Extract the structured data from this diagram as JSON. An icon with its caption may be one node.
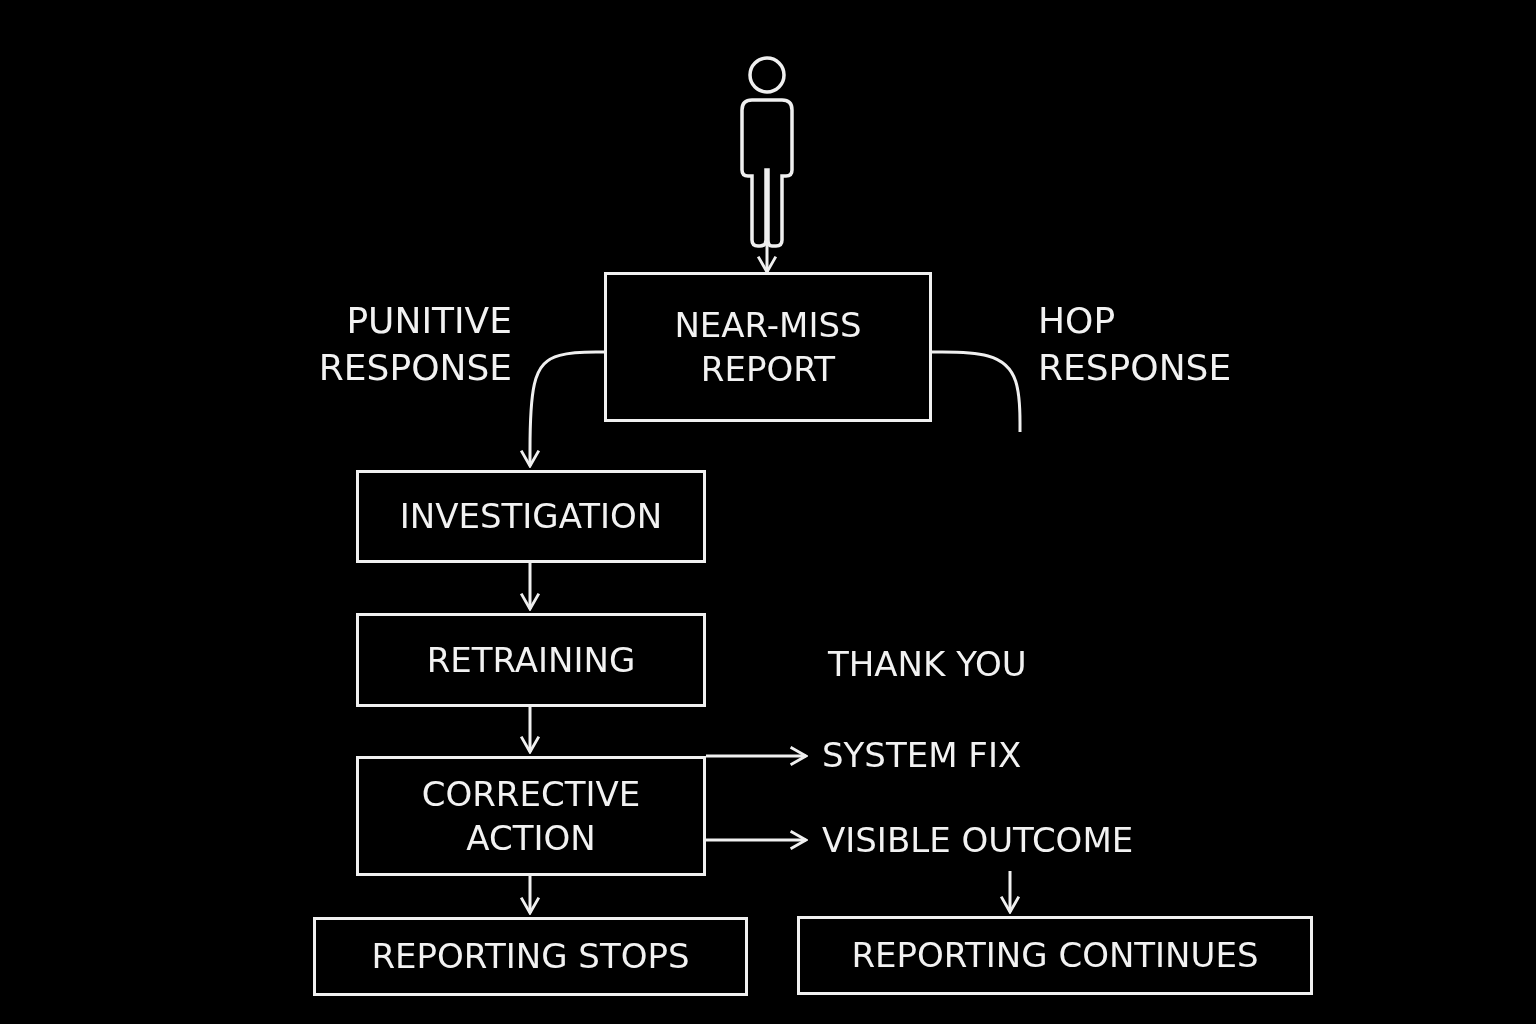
{
  "diagram": {
    "nodes": [
      {
        "text": [],
        "shape": "person"
      },
      {
        "text": [
          "NEAR-MISS REPORT"
        ]
      },
      {
        "text": [
          "INVESTIGATION"
        ]
      },
      {
        "text": [
          "RETRAINING"
        ]
      },
      {
        "text": [
          "CORRECTIVE ACTION"
        ]
      },
      {
        "text": [
          "SYSTEM FIX"
        ]
      },
      {
        "text": [
          "VISIBLE OUTCOME"
        ]
      },
      {
        "text": [
          "REPORTING STOPS"
        ]
      },
      {
        "text": [
          "REPORTING CONTINUES"
        ]
      }
    ],
    "edges": [
      {
        "from": 0,
        "to": 1,
        "arrow": "to"
      },
      {
        "from": 1,
        "to": 2,
        "arrow": "to",
        "label": "PUNITIVE RESPONSE"
      },
      {
        "from": 1,
        "to": null,
        "arrow": "none",
        "label": "HOP RESPONSE"
      },
      {
        "from": 2,
        "to": 3,
        "arrow": "to"
      },
      {
        "from": 3,
        "to": 4,
        "arrow": "to"
      },
      {
        "from": 4,
        "to": 5,
        "arrow": "to"
      },
      {
        "from": 4,
        "to": 6,
        "arrow": "to"
      },
      {
        "from": 4,
        "to": 7,
        "arrow": "to"
      },
      {
        "from": 6,
        "to": 8,
        "arrow": "to"
      }
    ],
    "labels": [
      "THANK YOU"
    ]
  }
}
